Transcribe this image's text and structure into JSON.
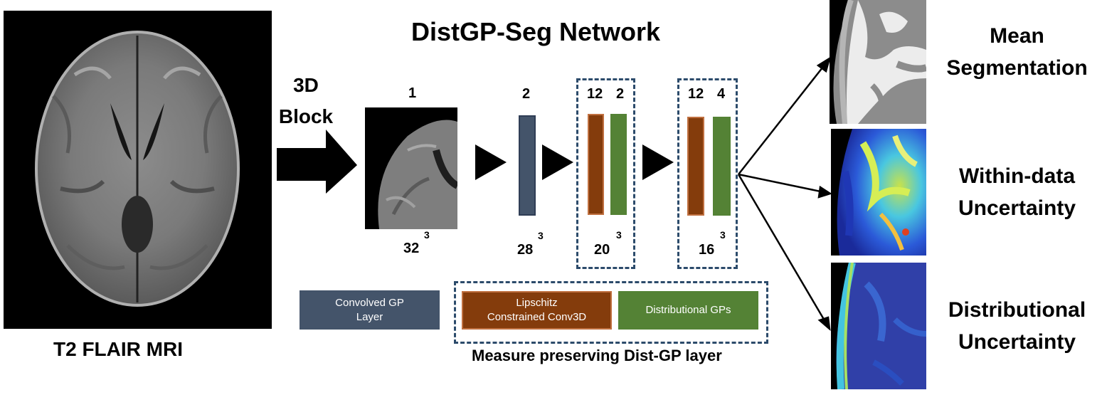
{
  "title": "DistGP-Seg Network",
  "input": {
    "caption": "T2 FLAIR MRI"
  },
  "block_label": [
    "3D",
    "Block"
  ],
  "stages": [
    {
      "channels": "1",
      "size": "32",
      "exp": "3"
    },
    {
      "channels": "2",
      "size": "28",
      "exp": "3"
    },
    {
      "channels_a": "12",
      "channels_b": "2",
      "size": "20",
      "exp": "3"
    },
    {
      "channels_a": "12",
      "channels_b": "4",
      "size": "16",
      "exp": "3"
    }
  ],
  "legend": {
    "conv_gp": [
      "Convolved GP",
      "Layer"
    ],
    "lipschitz": [
      "Lipschitz",
      "Constrained Conv3D"
    ],
    "dist_gp": "Distributional GPs",
    "group_caption": "Measure preserving Dist-GP layer"
  },
  "outputs": {
    "mean": [
      "Mean",
      "Segmentation"
    ],
    "within": [
      "Within-data",
      "Uncertainty"
    ],
    "distributional": [
      "Distributional",
      "Uncertainty"
    ]
  },
  "colors": {
    "conv_gp": "#44546a",
    "lipschitz": "#843c0c",
    "lipschitz_border": "#c07040",
    "dist_gp": "#548235",
    "dash": "#2c4b6b"
  }
}
